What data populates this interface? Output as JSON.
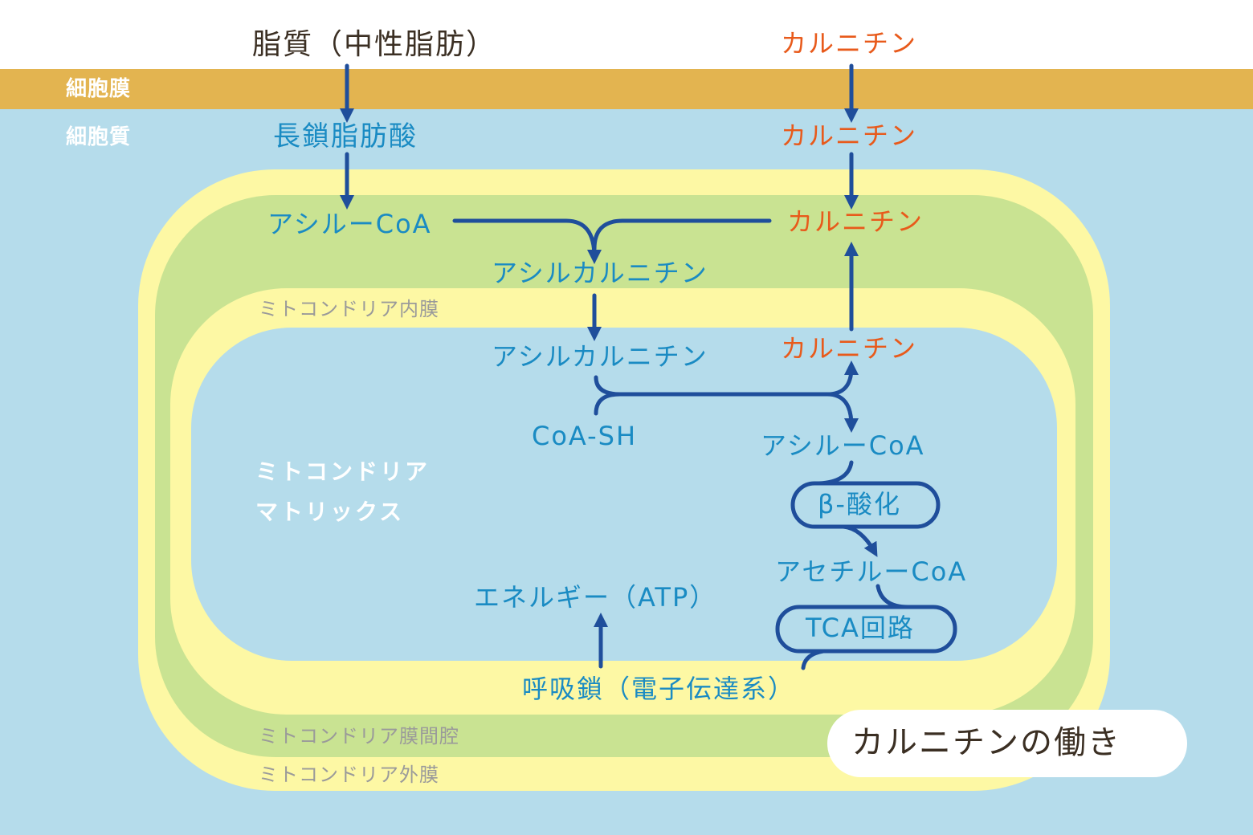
{
  "title": "カルニチンの働き",
  "regions": {
    "cell_membrane": "細胞膜",
    "cytoplasm": "細胞質",
    "outer_membrane": "ミトコンドリア外膜",
    "intermembrane_space": "ミトコンドリア膜間腔",
    "inner_membrane": "ミトコンドリア内膜",
    "matrix_line1": "ミトコンドリア",
    "matrix_line2": "マトリックス"
  },
  "nodes": {
    "lipid": "脂質（中性脂肪）",
    "long_chain_fatty_acid": "長鎖脂肪酸",
    "acyl_coa_1": "アシルーCoA",
    "acyl_carnitine_1": "アシルカルニチン",
    "acyl_carnitine_2": "アシルカルニチン",
    "coa_sh": "CoA-SH",
    "acyl_coa_2": "アシルーCoA",
    "beta_oxidation": "β-酸化",
    "acetyl_coa": "アセチルーCoA",
    "tca_cycle": "TCA回路",
    "respiratory_chain": "呼吸鎖（電子伝達系）",
    "energy": "エネルギー（ATP）",
    "carnitine_outside": "カルニチン",
    "carnitine_cytoplasm": "カルニチン",
    "carnitine_intermembrane": "カルニチン",
    "carnitine_matrix": "カルニチン"
  },
  "colors": {
    "cytoplasm": "#b5dceb",
    "cell_membrane": "#e3b450",
    "mito_membrane": "#fdf8a4",
    "intermembrane": "#c9e392",
    "matrix": "#b5dceb",
    "arrow": "#1f4e9b",
    "text_blue": "#1a8bc3",
    "text_orange": "#e85a1b"
  }
}
